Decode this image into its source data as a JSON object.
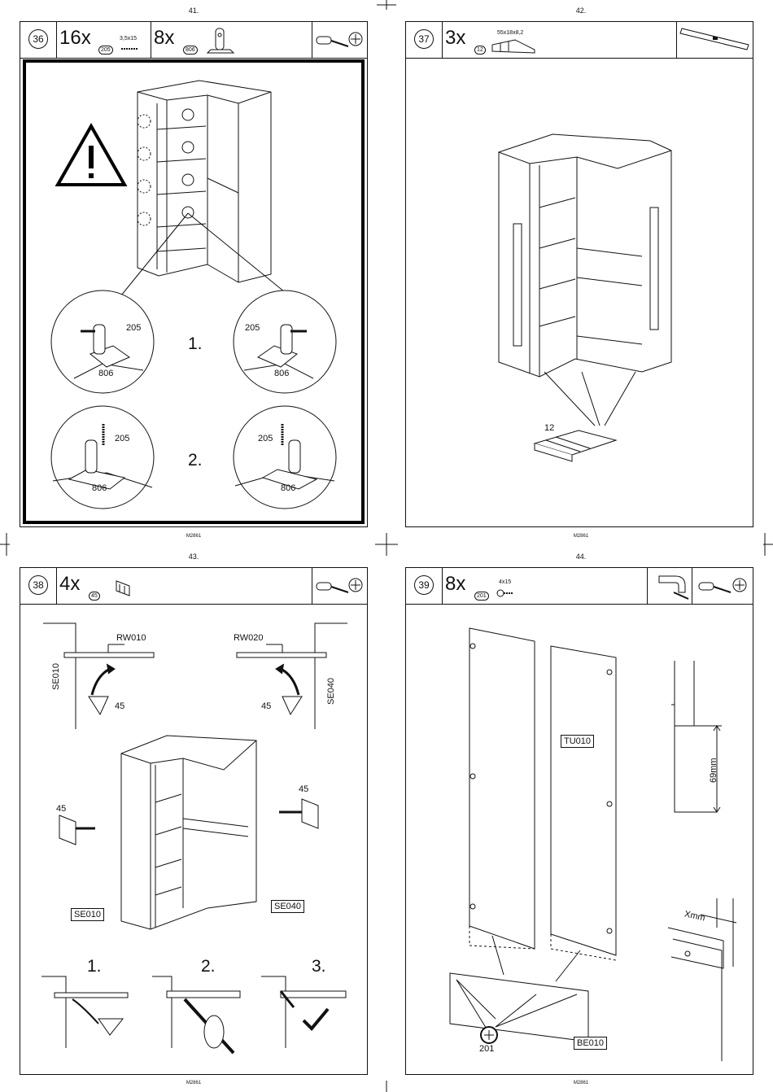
{
  "pages": [
    {
      "number": "41.",
      "footer": "M2861"
    },
    {
      "number": "42.",
      "footer": "M2861"
    },
    {
      "number": "43.",
      "footer": "M2861"
    },
    {
      "number": "44.",
      "footer": "M2861"
    }
  ],
  "steps": {
    "s36": {
      "step": "36",
      "part_a": {
        "qty": "16x",
        "code": "205",
        "spec": "3,5x15"
      },
      "part_b": {
        "qty": "8x",
        "code": "806"
      },
      "labels": {
        "screw": "205",
        "bracket": "806",
        "stage1": "1.",
        "stage2": "2."
      }
    },
    "s37": {
      "step": "37",
      "part": {
        "qty": "3x",
        "code": "12",
        "spec": "55x18x8,2"
      },
      "callout": "12"
    },
    "s38": {
      "step": "38",
      "part": {
        "qty": "4x",
        "code": "45"
      },
      "labels": {
        "rw_left": "RW010",
        "rw_right": "RW020",
        "se_left": "SE010",
        "se_right": "SE040",
        "conn": "45",
        "box_left": "SE010",
        "box_right": "SE040",
        "stage1": "1.",
        "stage2": "2.",
        "stage3": "3."
      }
    },
    "s39": {
      "step": "39",
      "part": {
        "qty": "8x",
        "code": "201",
        "spec": "4x15"
      },
      "labels": {
        "door": "TU010",
        "base": "BE010",
        "screw": "201",
        "dim1": "69mm",
        "dim2": "Xmm"
      }
    }
  },
  "icons": [
    "warning-triangle-icon",
    "screwdriver-icon",
    "phillips-tip-icon",
    "spirit-level-icon",
    "door-hinge-icon",
    "checkmark-icon"
  ]
}
